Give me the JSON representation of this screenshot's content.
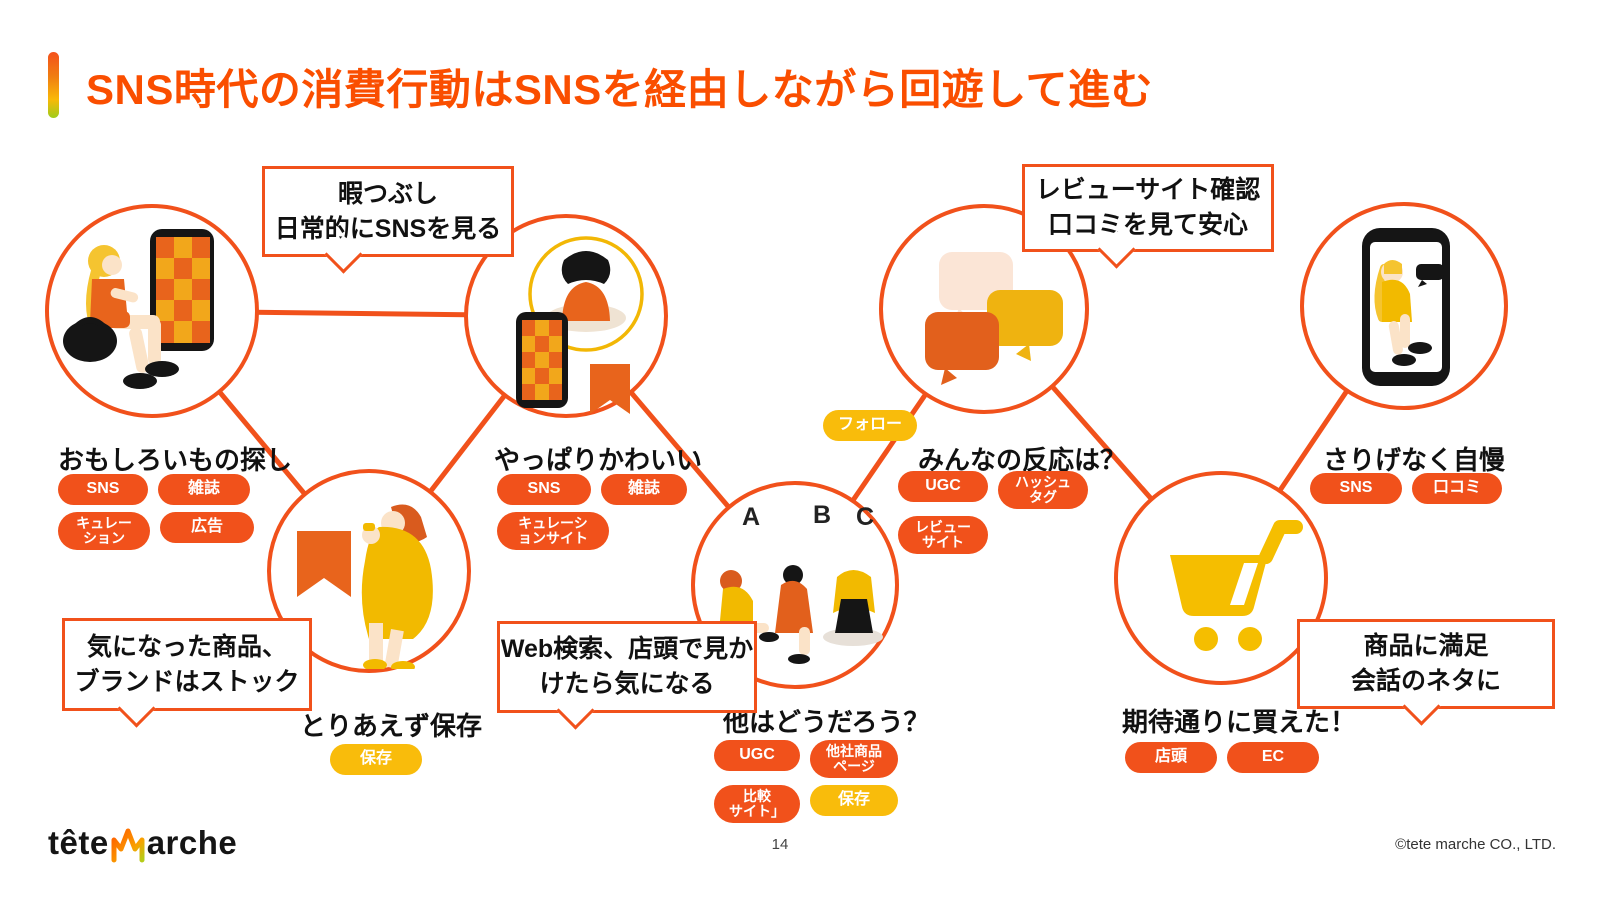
{
  "header": {
    "title": "SNS時代の消費行動はSNSを経由しながら回遊して進む"
  },
  "callouts": {
    "idle": {
      "line1": "暇つぶし",
      "line2": "日常的にSNSを見る"
    },
    "review": {
      "line1": "レビューサイト確認",
      "line2": "口コミを見て安心"
    },
    "stock": {
      "line1": "気になった商品、",
      "line2": "ブランドはストック"
    },
    "web_search": {
      "line1": "Web検索、店頭で見か",
      "line2": "けたら気になる"
    },
    "satisfied": {
      "line1": "商品に満足",
      "line2": "会話のネタに"
    }
  },
  "nodes": {
    "discover": {
      "label": "おもしろいもの探し",
      "tags": [
        "SNS",
        "雑誌",
        "キュレー\nション",
        "広告"
      ]
    },
    "cute": {
      "label": "やっぱりかわいい",
      "tags": [
        "SNS",
        "雑誌",
        "キュレーシ\nョンサイト"
      ]
    },
    "save": {
      "label": "とりあえず保存",
      "tags": [
        "保存"
      ]
    },
    "others": {
      "label": "他はどうだろう？",
      "tags": [
        "UGC",
        "他社商品\nページ",
        "比較\nサイト」",
        "保存"
      ]
    },
    "reaction": {
      "label": "みんなの反応は？",
      "tags": [
        "UGC",
        "ハッシュ\nタグ",
        "レビュー\nサイト"
      ]
    },
    "purchase": {
      "label": "期待通りに買えた！",
      "tags": [
        "店頭",
        "EC"
      ]
    },
    "brag": {
      "label": "さりげなく自慢",
      "tags": [
        "SNS",
        "口コミ"
      ]
    }
  },
  "floating_tag": "フォロー",
  "abc": {
    "a": "A",
    "b": "B",
    "c": "C"
  },
  "footer": {
    "logo_prefix": "tête",
    "logo_suffix": "arche",
    "page_number": "14",
    "copyright": "©tete marche CO., LTD."
  },
  "colors": {
    "accent_orange": "#F1511B",
    "accent_yellow": "#F9BC0B",
    "title_orange": "#FA4E00"
  }
}
